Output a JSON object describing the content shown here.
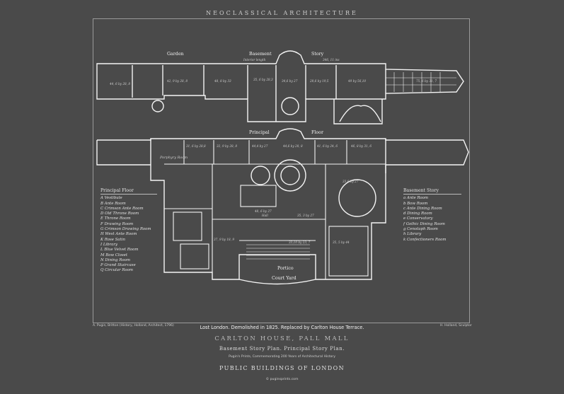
{
  "header": "NEOCLASSICAL ARCHITECTURE",
  "basement_labels": {
    "garden": "Garden",
    "basement": "Basement",
    "interior_length": "Interior length",
    "story": "Story",
    "length_value": "346, 11 ins"
  },
  "principal_labels": {
    "principal": "Principal",
    "floor": "Floor",
    "porphyry_room": "Porphyry Room",
    "court_yard": "Court Yard",
    "portico": "Portico",
    "hall": "Hall"
  },
  "basement_dims": [
    "44, 6 by 28, 8",
    "42, 9 by 28, 8",
    "48, 8 by 33",
    "35, 6 by 28,3",
    "34,6 by 27",
    "28,6 by 19,5",
    "49 by 56,10",
    "75, 6 by 31, 7"
  ],
  "principal_dims": [
    "31, 6 by 28,8",
    "32, 9 by 28, 8",
    "44,4 by 27",
    "44,6 by 28, 8",
    "41, 6 by 24, 6",
    "46, 8 by 31, 6",
    "48, 6 by 27",
    "37, 9 by 18, 9",
    "33,10 by 23, 7",
    "35, 5 by 44",
    "35, 3 by 27",
    "33,6 by 27"
  ],
  "legend_left": {
    "title": "Principal Floor",
    "items": [
      "A  Vestibule",
      "B  Ante Room",
      "C  Crimson Ante Room",
      "D  Old Throne Room",
      "E  Throne Room",
      "F  Drawing Room",
      "G  Crimson Drawing Room",
      "H  West Ante Room",
      "K  Rose Satin",
      "I  Library",
      "L  Blue Velvet Room",
      "M  Bow Closet",
      "N  Dining Room",
      "P  Grand Staircase",
      "Q  Circular Room"
    ]
  },
  "legend_right": {
    "title": "Basement Story",
    "items": [
      "a  Ante Room",
      "b  Bow Room",
      "c  Ante Dining Room",
      "d  Dining Room",
      "e  Conservatory",
      "f  Gothic Dining Room",
      "g  Cenotaph Room",
      "h  Library",
      "k  Confectioners Room"
    ]
  },
  "credit_left": "A. Pugin, Britton (History, Holland, Architect, 1796)",
  "credit_right": "H. Holland, Sculptor",
  "subtitle": "Lost London. Demolished in 1825. Replaced by Carlton House Terrace.",
  "title": "CARLTON HOUSE, PALL MALL",
  "plans": "Basement Story Plan. Principal Story Plan.",
  "commemoration": "Pugin's Prints, Commemorating 200 Years of Architectural History",
  "series": "PUBLIC BUILDINGS OF LONDON",
  "website": "© puginsprints.com"
}
